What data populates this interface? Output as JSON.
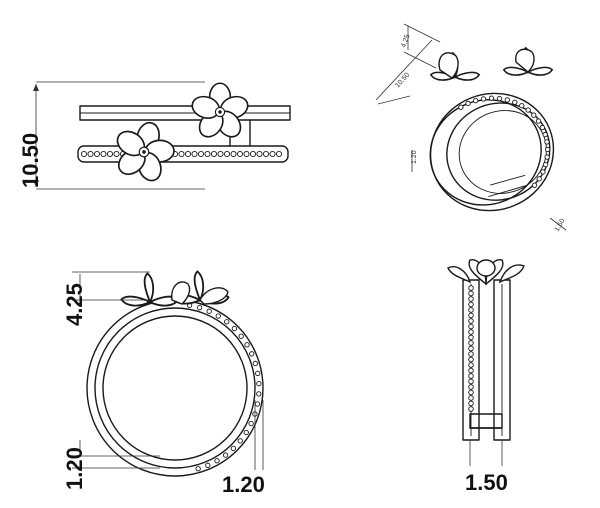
{
  "front_view": {
    "height_label": "10.50"
  },
  "iso_view": {
    "height_label": "10.50",
    "flower_label": "4.25",
    "side_label_a": "1.20",
    "side_label_b": "1.50"
  },
  "end_view": {
    "flower_label": "4.25",
    "bottom_label": "1.20",
    "band_label": "1.20"
  },
  "side_view": {
    "width_label": "1.50"
  }
}
